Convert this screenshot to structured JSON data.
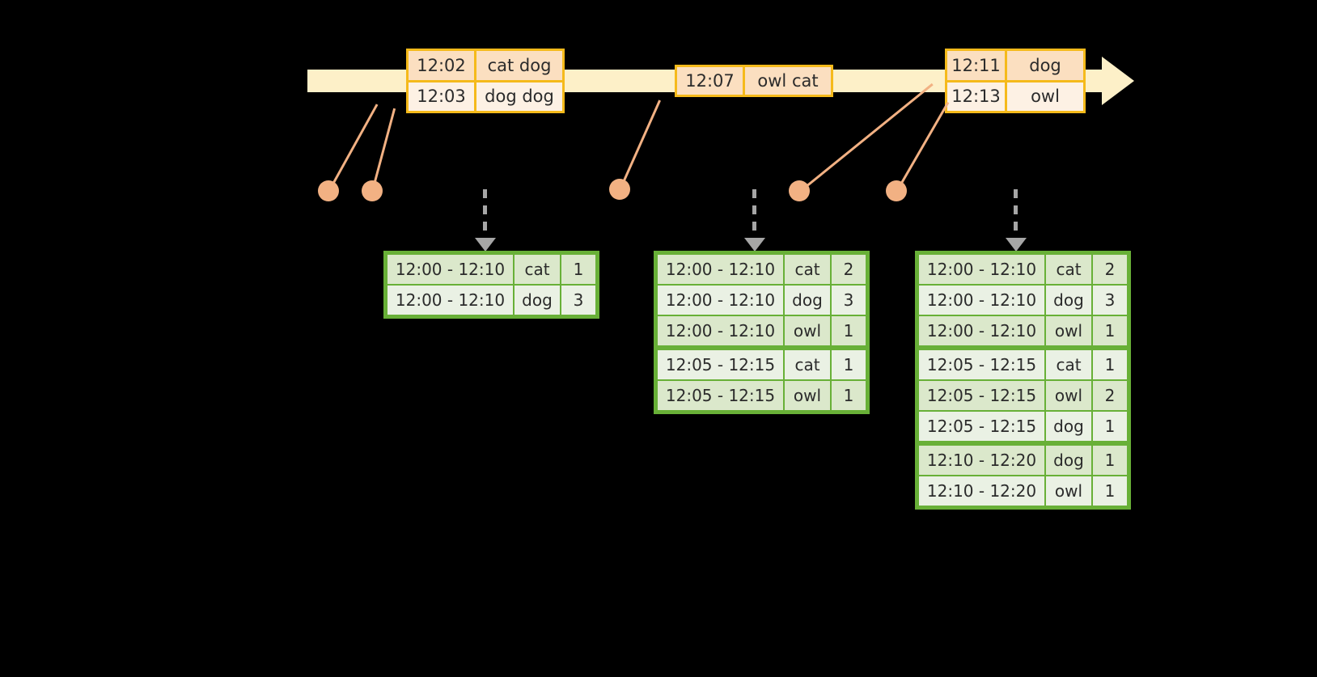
{
  "timeline": {
    "name": "event-stream-timeline",
    "arrow_direction": "right",
    "colors": {
      "bar": "#fdf0c8",
      "event_border": "#f5ba1b",
      "dot": "#f2b183",
      "table_border": "#68b037",
      "dash_arrow": "#a6a6a6"
    }
  },
  "events": [
    {
      "id": "event-group-1",
      "rows": [
        {
          "time": "12:02",
          "payload": "cat dog"
        },
        {
          "time": "12:03",
          "payload": "dog dog"
        }
      ]
    },
    {
      "id": "event-group-2",
      "rows": [
        {
          "time": "12:07",
          "payload": "owl cat"
        }
      ]
    },
    {
      "id": "event-group-3",
      "rows": [
        {
          "time": "12:11",
          "payload": "dog"
        },
        {
          "time": "12:13",
          "payload": "owl"
        }
      ]
    }
  ],
  "tables": [
    {
      "id": "result-table-1",
      "rows": [
        {
          "window": "12:00 - 12:10",
          "key": "cat",
          "count": "1"
        },
        {
          "window": "12:00 - 12:10",
          "key": "dog",
          "count": "3"
        }
      ]
    },
    {
      "id": "result-table-2",
      "rows": [
        {
          "window": "12:00 - 12:10",
          "key": "cat",
          "count": "2"
        },
        {
          "window": "12:00 - 12:10",
          "key": "dog",
          "count": "3"
        },
        {
          "window": "12:00 - 12:10",
          "key": "owl",
          "count": "1"
        },
        {
          "window": "12:05 - 12:15",
          "key": "cat",
          "count": "1"
        },
        {
          "window": "12:05 - 12:15",
          "key": "owl",
          "count": "1"
        }
      ]
    },
    {
      "id": "result-table-3",
      "rows": [
        {
          "window": "12:00 - 12:10",
          "key": "cat",
          "count": "2"
        },
        {
          "window": "12:00 - 12:10",
          "key": "dog",
          "count": "3"
        },
        {
          "window": "12:00 - 12:10",
          "key": "owl",
          "count": "1"
        },
        {
          "window": "12:05 - 12:15",
          "key": "cat",
          "count": "1"
        },
        {
          "window": "12:05 - 12:15",
          "key": "owl",
          "count": "2"
        },
        {
          "window": "12:05 - 12:15",
          "key": "dog",
          "count": "1"
        },
        {
          "window": "12:10 - 12:20",
          "key": "dog",
          "count": "1"
        },
        {
          "window": "12:10 - 12:20",
          "key": "owl",
          "count": "1"
        }
      ]
    }
  ]
}
